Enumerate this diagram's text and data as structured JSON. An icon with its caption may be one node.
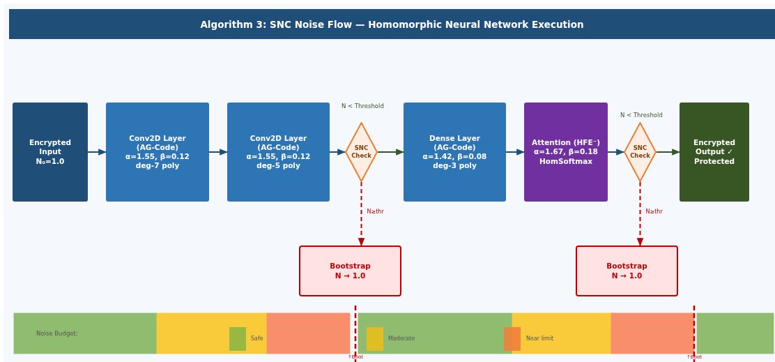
{
  "diagram": {
    "title": "Algorithm 3: SNC Noise Flow — Homomorphic Neural Network Execution",
    "nodes": [
      {
        "text": [
          "Encrypted Input N₀=1.0"
        ]
      },
      {
        "text": [
          "Conv2D Layer (AG-Code) α=1.55, β=0.12 deg-7 poly"
        ]
      },
      {
        "text": [
          "Conv2D Layer (AG-Code) α=1.55, β=0.12 deg-5 poly"
        ]
      },
      {
        "text": [
          "SNC Check"
        ],
        "beside": [
          "N < Threshold"
        ]
      },
      {
        "text": [
          "Dense Layer (AG-Code) α=1.42, β=0.08 deg-3 poly"
        ]
      },
      {
        "text": [
          "Attention (HFE⁻) α=1.67, β=0.18 HomSoftmax"
        ]
      },
      {
        "text": [
          "SNC Check"
        ],
        "beside": [
          "N < Threshold"
        ]
      },
      {
        "text": [
          "Encrypted Output ✓ Protected"
        ]
      },
      {
        "text": [
          "Bootstrap N → 1.0"
        ]
      },
      {
        "text": [
          "Bootstrap N → 1.0"
        ]
      }
    ],
    "edges": [
      {
        "from": 0,
        "to": 1,
        "arrow": "to"
      },
      {
        "from": 1,
        "to": 2,
        "arrow": "to"
      },
      {
        "from": 2,
        "to": 3,
        "arrow": "to"
      },
      {
        "from": 3,
        "to": 4,
        "arrow": "to",
        "color": "#375623"
      },
      {
        "from": 4,
        "to": 5,
        "arrow": "to"
      },
      {
        "from": 5,
        "to": 6,
        "arrow": "to"
      },
      {
        "from": 6,
        "to": 7,
        "arrow": "to",
        "color": "#375623"
      },
      {
        "from": 3,
        "to": 8,
        "arrow": "to",
        "label": "N≥thr",
        "style": "dashed",
        "color": "#c00000"
      },
      {
        "from": 6,
        "to": 9,
        "arrow": "to",
        "label": "N≥thr",
        "style": "dashed",
        "color": "#c00000"
      }
    ],
    "labels": [
      "Noise Budget:",
      "↑Boot",
      "↑Boot"
    ],
    "legend": [
      {
        "text": "Safe",
        "color": "#8db644"
      },
      {
        "text": "Moderate",
        "color": "#e8bd1c"
      },
      {
        "text": "Near limit",
        "color": "#f07f3c"
      }
    ]
  }
}
